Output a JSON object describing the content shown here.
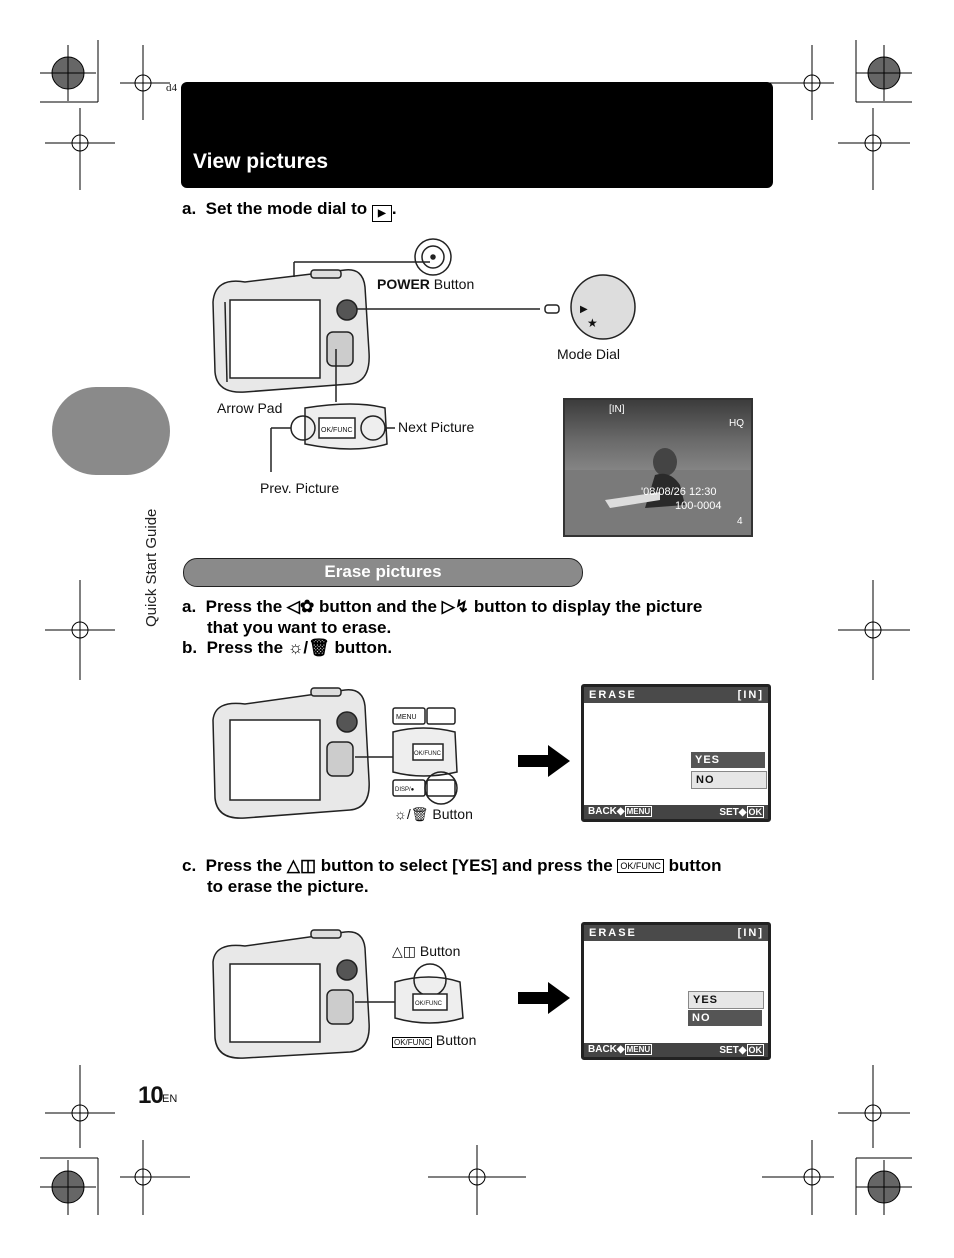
{
  "page_marker": "d4",
  "header": {
    "title": "View pictures"
  },
  "side_tab": {
    "text": "Quick Start Guide"
  },
  "section1": {
    "step_a_prefix": "a.",
    "step_a_text": "Set the mode dial to",
    "step_a_suffix": ".",
    "power_label_bold": "POWER",
    "power_label_rest": "Button",
    "mode_dial_label": "Mode Dial",
    "arrow_pad_label": "Arrow Pad",
    "next_picture_label": "Next Picture",
    "prev_picture_label": "Prev. Picture",
    "pad_center": "OK/FUNC",
    "photo_overlay": {
      "memory": "[IN]",
      "quality": "HQ",
      "date": "'08/08/26 12:30",
      "file": "100-0004",
      "frame": "4"
    }
  },
  "section2": {
    "title": "Erase pictures",
    "step_a_prefix": "a.",
    "step_a_1": "Press the",
    "step_a_2": "button and the",
    "step_a_3": "button to display the picture",
    "step_a_4": "that you want to erase.",
    "step_b_prefix": "b.",
    "step_b_1": "Press the",
    "step_b_2": "button.",
    "button_label": "Button",
    "keys": {
      "menu": "MENU",
      "disp": "DISP/●",
      "okfunc": "OK/FUNC"
    },
    "screen": {
      "title": "ERASE",
      "memory": "[IN]",
      "yes": "YES",
      "no": "NO",
      "back": "BACK",
      "back_key": "MENU",
      "set": "SET",
      "set_key": "OK"
    }
  },
  "section3": {
    "step_c_prefix": "c.",
    "step_c_1": "Press the",
    "step_c_2": "button to select [YES] and press the",
    "step_c_key": "OK/FUNC",
    "step_c_3": "button",
    "step_c_4": "to erase the picture.",
    "up_button_label": "Button",
    "ok_button_label": "Button",
    "ok_key": "OK/FUNC",
    "screen": {
      "title": "ERASE",
      "memory": "[IN]",
      "yes": "YES",
      "no": "NO",
      "back": "BACK",
      "back_key": "MENU",
      "set": "SET",
      "set_key": "OK"
    }
  },
  "footer": {
    "page_number": "10",
    "lang": "EN"
  }
}
